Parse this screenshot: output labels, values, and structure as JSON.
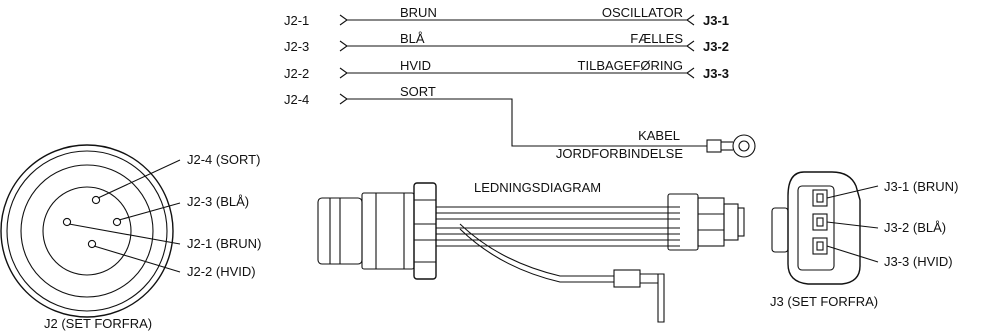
{
  "wiring": {
    "rows": [
      {
        "from": "J2-1",
        "color": "BRUN",
        "signal": "OSCILLATOR",
        "to": "J3-1"
      },
      {
        "from": "J2-3",
        "color": "BLÅ",
        "signal": "FÆLLES",
        "to": "J3-2"
      },
      {
        "from": "J2-2",
        "color": "HVID",
        "signal": "TILBAGEFØRING",
        "to": "J3-3"
      },
      {
        "from": "J2-4",
        "color": "SORT"
      }
    ],
    "ground_line1": "KABEL",
    "ground_line2": "JORDFORBINDELSE"
  },
  "j2": {
    "pins": [
      "J2-4 (SORT)",
      "J2-3 (BLÅ)",
      "J2-1 (BRUN)",
      "J2-2 (HVID)"
    ],
    "caption": "J2 (SET FORFRA)"
  },
  "harness": {
    "title": "LEDNINGSDIAGRAM"
  },
  "j3": {
    "pins": [
      "J3-1 (BRUN)",
      "J3-2 (BLÅ)",
      "J3-3 (HVID)"
    ],
    "caption": "J3 (SET FORFRA)"
  }
}
